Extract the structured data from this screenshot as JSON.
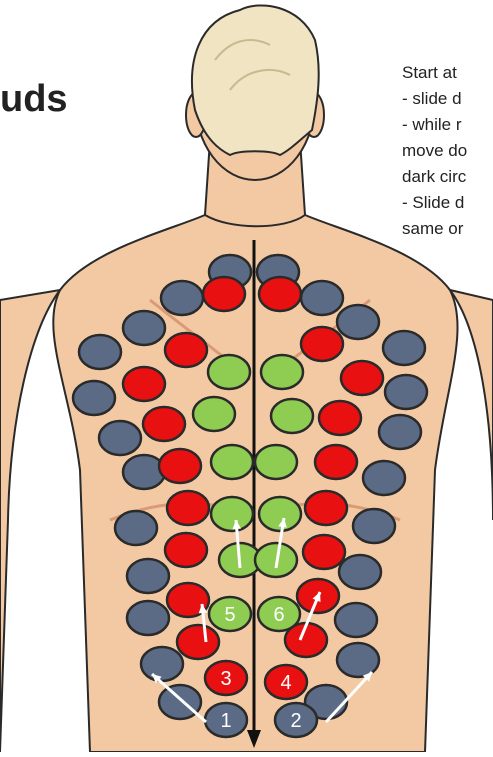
{
  "title": "uds",
  "instructions": [
    "Start at",
    "- slide d",
    "- while r",
    "move do",
    "dark circ",
    "- Slide d",
    "same or"
  ],
  "markers": [
    {
      "label": "1",
      "color": "gray"
    },
    {
      "label": "2",
      "color": "gray"
    },
    {
      "label": "3",
      "color": "red"
    },
    {
      "label": "4",
      "color": "red"
    },
    {
      "label": "5",
      "color": "green"
    },
    {
      "label": "6",
      "color": "green"
    }
  ],
  "colors": {
    "gray": "#5b6b86",
    "red": "#e81010",
    "green": "#8fcc52",
    "skin": "#f2c9a3",
    "skin_shadow": "#d99a74",
    "hair": "#f0e4c3",
    "outline": "#2a2a2a"
  }
}
